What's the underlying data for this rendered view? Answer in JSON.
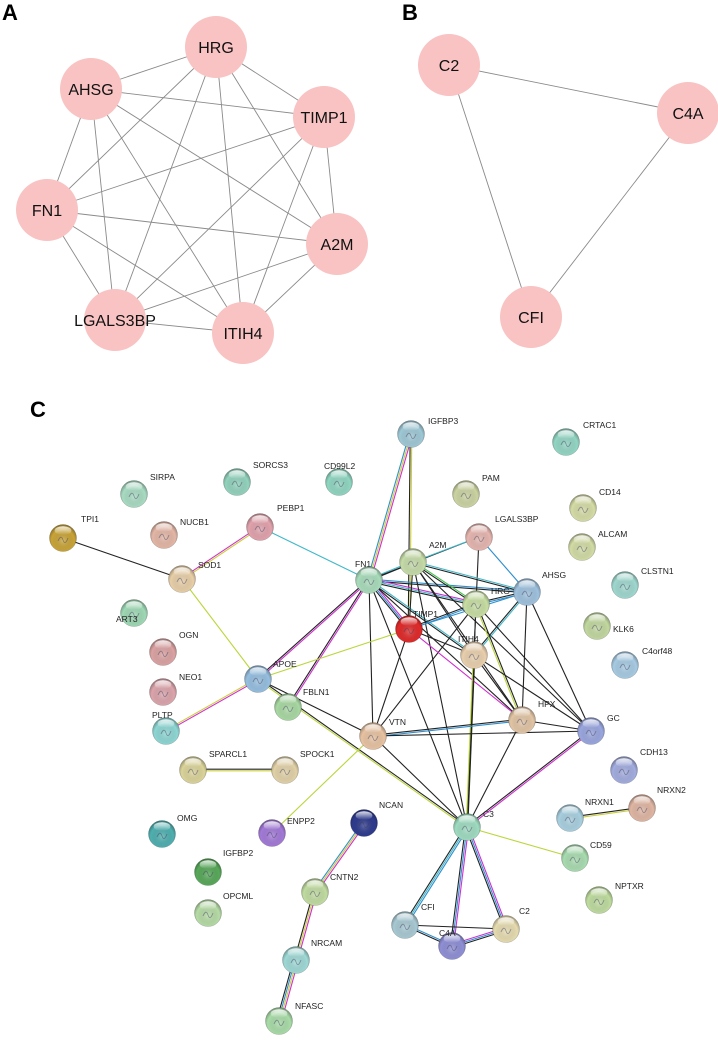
{
  "panels": {
    "a": {
      "label": "A",
      "nodes": [
        {
          "id": "HRG",
          "label": "HRG"
        },
        {
          "id": "AHSG",
          "label": "AHSG"
        },
        {
          "id": "TIMP1",
          "label": "TIMP1"
        },
        {
          "id": "FN1",
          "label": "FN1"
        },
        {
          "id": "A2M",
          "label": "A2M"
        },
        {
          "id": "LGALS3BP",
          "label": "LGALS3BP"
        },
        {
          "id": "ITIH4",
          "label": "ITIH4"
        }
      ],
      "edges": [
        [
          "HRG",
          "AHSG"
        ],
        [
          "HRG",
          "TIMP1"
        ],
        [
          "HRG",
          "FN1"
        ],
        [
          "HRG",
          "A2M"
        ],
        [
          "HRG",
          "LGALS3BP"
        ],
        [
          "HRG",
          "ITIH4"
        ],
        [
          "AHSG",
          "TIMP1"
        ],
        [
          "AHSG",
          "FN1"
        ],
        [
          "AHSG",
          "A2M"
        ],
        [
          "AHSG",
          "LGALS3BP"
        ],
        [
          "AHSG",
          "ITIH4"
        ],
        [
          "TIMP1",
          "FN1"
        ],
        [
          "TIMP1",
          "A2M"
        ],
        [
          "TIMP1",
          "LGALS3BP"
        ],
        [
          "TIMP1",
          "ITIH4"
        ],
        [
          "FN1",
          "A2M"
        ],
        [
          "FN1",
          "LGALS3BP"
        ],
        [
          "FN1",
          "ITIH4"
        ],
        [
          "A2M",
          "LGALS3BP"
        ],
        [
          "A2M",
          "ITIH4"
        ],
        [
          "LGALS3BP",
          "ITIH4"
        ]
      ]
    },
    "b": {
      "label": "B",
      "nodes": [
        {
          "id": "C2",
          "label": "C2"
        },
        {
          "id": "C4A",
          "label": "C4A"
        },
        {
          "id": "CFI",
          "label": "CFI"
        }
      ],
      "edges": [
        [
          "C2",
          "C4A"
        ],
        [
          "C2",
          "CFI"
        ],
        [
          "C4A",
          "CFI"
        ]
      ]
    },
    "c": {
      "label": "C",
      "nodes": [
        {
          "id": "IGFBP3",
          "label": "IGFBP3",
          "color": "#9fc9d6"
        },
        {
          "id": "CRTAC1",
          "label": "CRTAC1",
          "color": "#93d6c4"
        },
        {
          "id": "SIRPA",
          "label": "SIRPA",
          "color": "#a9dcc3"
        },
        {
          "id": "SORCS3",
          "label": "SORCS3",
          "color": "#93d3bd"
        },
        {
          "id": "CD99L2",
          "label": "CD99L2",
          "color": "#90d6c1"
        },
        {
          "id": "PAM",
          "label": "PAM",
          "color": "#cbd4a2"
        },
        {
          "id": "CD14",
          "label": "CD14",
          "color": "#d6dca6"
        },
        {
          "id": "TPI1",
          "label": "TPI1",
          "color": "#c9a437"
        },
        {
          "id": "NUCB1",
          "label": "NUCB1",
          "color": "#e4b7a6"
        },
        {
          "id": "PEBP1",
          "label": "PEBP1",
          "color": "#e2a3ad"
        },
        {
          "id": "LGALS3BP",
          "label": "LGALS3BP",
          "color": "#e6b6b0"
        },
        {
          "id": "ALCAM",
          "label": "ALCAM",
          "color": "#d2dca5"
        },
        {
          "id": "SOD1",
          "label": "SOD1",
          "color": "#e8cfa8"
        },
        {
          "id": "A2M",
          "label": "A2M",
          "color": "#c6dca9"
        },
        {
          "id": "FN1",
          "label": "FN1",
          "color": "#a9dcbb"
        },
        {
          "id": "AHSG",
          "label": "AHSG",
          "color": "#9fc2de"
        },
        {
          "id": "CLSTN1",
          "label": "CLSTN1",
          "color": "#9fd8cf"
        },
        {
          "id": "HRG",
          "label": "HRG",
          "color": "#c7dea3"
        },
        {
          "id": "ART3",
          "label": "ART3",
          "color": "#9fd9b5"
        },
        {
          "id": "TIMP1",
          "label": "TIMP1",
          "color": "#e02a2a"
        },
        {
          "id": "KLK6",
          "label": "KLK6",
          "color": "#c2d8a0"
        },
        {
          "id": "OGN",
          "label": "OGN",
          "color": "#dca3a3"
        },
        {
          "id": "ITIH4",
          "label": "ITIH4",
          "color": "#e9d0ae"
        },
        {
          "id": "C4orf48",
          "label": "C4orf48",
          "color": "#a7cbe3"
        },
        {
          "id": "APOE",
          "label": "APOE",
          "color": "#96bfe0"
        },
        {
          "id": "NEO1",
          "label": "NEO1",
          "color": "#dca5ac"
        },
        {
          "id": "FBLN1",
          "label": "FBLN1",
          "color": "#a9d9a3"
        },
        {
          "id": "HPX",
          "label": "HPX",
          "color": "#e2c5a5"
        },
        {
          "id": "GC",
          "label": "GC",
          "color": "#9aa7df"
        },
        {
          "id": "PLTP",
          "label": "PLTP",
          "color": "#8ed7d4"
        },
        {
          "id": "VTN",
          "label": "VTN",
          "color": "#e8c3a2"
        },
        {
          "id": "SPARCL1",
          "label": "SPARCL1",
          "color": "#dbd49a"
        },
        {
          "id": "SPOCK1",
          "label": "SPOCK1",
          "color": "#e2d2a8"
        },
        {
          "id": "CDH13",
          "label": "CDH13",
          "color": "#a3addf"
        },
        {
          "id": "NRXN2",
          "label": "NRXN2",
          "color": "#e0b6a3"
        },
        {
          "id": "NRXN1",
          "label": "NRXN1",
          "color": "#a9d0e0"
        },
        {
          "id": "OMG",
          "label": "OMG",
          "color": "#4fb0b0"
        },
        {
          "id": "ENPP2",
          "label": "ENPP2",
          "color": "#a37ad8"
        },
        {
          "id": "NCAN",
          "label": "NCAN",
          "color": "#2e3b8e"
        },
        {
          "id": "C3",
          "label": "C3",
          "color": "#9fdcc1"
        },
        {
          "id": "CD59",
          "label": "CD59",
          "color": "#a9dcb0"
        },
        {
          "id": "IGFBP2",
          "label": "IGFBP2",
          "color": "#58a95a"
        },
        {
          "id": "NPTXR",
          "label": "NPTXR",
          "color": "#bfdc9f"
        },
        {
          "id": "CNTN2",
          "label": "CNTN2",
          "color": "#c1dca1"
        },
        {
          "id": "OPCML",
          "label": "OPCML",
          "color": "#b6dca6"
        },
        {
          "id": "CFI",
          "label": "CFI",
          "color": "#a8c9d3"
        },
        {
          "id": "C2",
          "label": "C2",
          "color": "#e6dcb0"
        },
        {
          "id": "C4A",
          "label": "C4A",
          "color": "#8f8fd6"
        },
        {
          "id": "NRCAM",
          "label": "NRCAM",
          "color": "#9fd9d6"
        },
        {
          "id": "NFASC",
          "label": "NFASC",
          "color": "#a9dca8"
        }
      ],
      "edges": [
        {
          "a": "TPI1",
          "b": "SOD1",
          "colors": [
            "#222222"
          ]
        },
        {
          "a": "SOD1",
          "b": "PEBP1",
          "colors": [
            "#cf2fcf",
            "#c9cf3a"
          ]
        },
        {
          "a": "SOD1",
          "b": "APOE",
          "colors": [
            "#b9d63a"
          ]
        },
        {
          "a": "PEBP1",
          "b": "FN1",
          "colors": [
            "#3fb8c9"
          ]
        },
        {
          "a": "IGFBP3",
          "b": "FN1",
          "colors": [
            "#cf2fcf",
            "#c9cf3a",
            "#2f8fcf"
          ]
        },
        {
          "a": "IGFBP3",
          "b": "TIMP1",
          "colors": [
            "#c9cf3a",
            "#222222"
          ]
        },
        {
          "a": "FN1",
          "b": "A2M",
          "colors": [
            "#3fb8c9",
            "#222222"
          ]
        },
        {
          "a": "FN1",
          "b": "LGALS3BP",
          "colors": [
            "#222222"
          ]
        },
        {
          "a": "FN1",
          "b": "AHSG",
          "colors": [
            "#2f8fcf",
            "#222222"
          ]
        },
        {
          "a": "FN1",
          "b": "HRG",
          "colors": [
            "#cf2fcf",
            "#3fb8c9",
            "#222222"
          ]
        },
        {
          "a": "FN1",
          "b": "TIMP1",
          "colors": [
            "#cf2fcf",
            "#2f8fcf",
            "#222222"
          ]
        },
        {
          "a": "FN1",
          "b": "ITIH4",
          "colors": [
            "#3fb8c9",
            "#222222"
          ]
        },
        {
          "a": "FN1",
          "b": "APOE",
          "colors": [
            "#cf2fcf",
            "#222222"
          ]
        },
        {
          "a": "FN1",
          "b": "FBLN1",
          "colors": [
            "#cf2fcf",
            "#222222"
          ]
        },
        {
          "a": "FN1",
          "b": "VTN",
          "colors": [
            "#222222"
          ]
        },
        {
          "a": "FN1",
          "b": "HPX",
          "colors": [
            "#222222"
          ]
        },
        {
          "a": "FN1",
          "b": "C3",
          "colors": [
            "#222222"
          ]
        },
        {
          "a": "LGALS3BP",
          "b": "A2M",
          "colors": [
            "#3fb8c9"
          ]
        },
        {
          "a": "LGALS3BP",
          "b": "HRG",
          "colors": [
            "#222222"
          ]
        },
        {
          "a": "LGALS3BP",
          "b": "AHSG",
          "colors": [
            "#2f8fcf"
          ]
        },
        {
          "a": "A2M",
          "b": "AHSG",
          "colors": [
            "#3fb8c9",
            "#222222"
          ]
        },
        {
          "a": "A2M",
          "b": "HRG",
          "colors": [
            "#3ec44a",
            "#222222"
          ]
        },
        {
          "a": "A2M",
          "b": "TIMP1",
          "colors": [
            "#222222"
          ]
        },
        {
          "a": "A2M",
          "b": "ITIH4",
          "colors": [
            "#222222"
          ]
        },
        {
          "a": "A2M",
          "b": "HPX",
          "colors": [
            "#222222"
          ]
        },
        {
          "a": "A2M",
          "b": "GC",
          "colors": [
            "#222222"
          ]
        },
        {
          "a": "A2M",
          "b": "C3",
          "colors": [
            "#222222"
          ]
        },
        {
          "a": "AHSG",
          "b": "HRG",
          "colors": [
            "#2f8fcf",
            "#222222"
          ]
        },
        {
          "a": "AHSG",
          "b": "TIMP1",
          "colors": [
            "#2f8fcf"
          ]
        },
        {
          "a": "AHSG",
          "b": "ITIH4",
          "colors": [
            "#3fb8c9",
            "#222222"
          ]
        },
        {
          "a": "AHSG",
          "b": "HPX",
          "colors": [
            "#222222"
          ]
        },
        {
          "a": "AHSG",
          "b": "GC",
          "colors": [
            "#222222"
          ]
        },
        {
          "a": "HRG",
          "b": "TIMP1",
          "colors": [
            "#2f8fcf",
            "#222222"
          ]
        },
        {
          "a": "HRG",
          "b": "ITIH4",
          "colors": [
            "#222222"
          ]
        },
        {
          "a": "HRG",
          "b": "HPX",
          "colors": [
            "#222222",
            "#b9d63a"
          ]
        },
        {
          "a": "HRG",
          "b": "GC",
          "colors": [
            "#222222"
          ]
        },
        {
          "a": "HRG",
          "b": "VTN",
          "colors": [
            "#222222"
          ]
        },
        {
          "a": "HRG",
          "b": "C3",
          "colors": [
            "#222222"
          ]
        },
        {
          "a": "TIMP1",
          "b": "ITIH4",
          "colors": [
            "#222222"
          ]
        },
        {
          "a": "TIMP1",
          "b": "APOE",
          "colors": [
            "#b9d63a"
          ]
        },
        {
          "a": "TIMP1",
          "b": "VTN",
          "colors": [
            "#222222"
          ]
        },
        {
          "a": "TIMP1",
          "b": "HPX",
          "colors": [
            "#cf2fcf"
          ]
        },
        {
          "a": "ITIH4",
          "b": "HPX",
          "colors": [
            "#222222"
          ]
        },
        {
          "a": "ITIH4",
          "b": "GC",
          "colors": [
            "#222222"
          ]
        },
        {
          "a": "ITIH4",
          "b": "C3",
          "colors": [
            "#222222",
            "#b9d63a"
          ]
        },
        {
          "a": "HPX",
          "b": "GC",
          "colors": [
            "#222222"
          ]
        },
        {
          "a": "HPX",
          "b": "VTN",
          "colors": [
            "#2f8fcf",
            "#222222"
          ]
        },
        {
          "a": "HPX",
          "b": "C3",
          "colors": [
            "#222222"
          ]
        },
        {
          "a": "GC",
          "b": "VTN",
          "colors": [
            "#222222"
          ]
        },
        {
          "a": "GC",
          "b": "C3",
          "colors": [
            "#cf2fcf",
            "#222222"
          ]
        },
        {
          "a": "APOE",
          "b": "VTN",
          "colors": [
            "#222222"
          ]
        },
        {
          "a": "APOE",
          "b": "C3",
          "colors": [
            "#222222",
            "#b9d63a"
          ]
        },
        {
          "a": "APOE",
          "b": "PLTP",
          "colors": [
            "#cf2fcf",
            "#c9cf3a"
          ]
        },
        {
          "a": "VTN",
          "b": "C3",
          "colors": [
            "#222222"
          ]
        },
        {
          "a": "VTN",
          "b": "ENPP2",
          "colors": [
            "#b9d63a"
          ]
        },
        {
          "a": "SPARCL1",
          "b": "SPOCK1",
          "colors": [
            "#222222",
            "#c9cf3a"
          ]
        },
        {
          "a": "NRXN1",
          "b": "NRXN2",
          "colors": [
            "#222222",
            "#c9cf3a"
          ]
        },
        {
          "a": "C3",
          "b": "CD59",
          "colors": [
            "#b9d63a"
          ]
        },
        {
          "a": "C3",
          "b": "CFI",
          "colors": [
            "#2f8fcf",
            "#3fb8c9",
            "#222222"
          ]
        },
        {
          "a": "C3",
          "b": "C4A",
          "colors": [
            "#cf2fcf",
            "#2f8fcf",
            "#222222"
          ]
        },
        {
          "a": "C3",
          "b": "C2",
          "colors": [
            "#cf2fcf",
            "#2f8fcf",
            "#222222"
          ]
        },
        {
          "a": "CFI",
          "b": "C4A",
          "colors": [
            "#2f8fcf",
            "#222222"
          ]
        },
        {
          "a": "CFI",
          "b": "C2",
          "colors": [
            "#222222"
          ]
        },
        {
          "a": "C4A",
          "b": "C2",
          "colors": [
            "#cf2fcf",
            "#2f8fcf",
            "#222222"
          ]
        },
        {
          "a": "NCAN",
          "b": "CNTN2",
          "colors": [
            "#cf2fcf",
            "#c9cf3a",
            "#2f8fcf"
          ]
        },
        {
          "a": "CNTN2",
          "b": "NRCAM",
          "colors": [
            "#cf2fcf",
            "#c9cf3a",
            "#222222"
          ]
        },
        {
          "a": "NRCAM",
          "b": "NFASC",
          "colors": [
            "#cf2fcf",
            "#c9cf3a",
            "#2f8fcf",
            "#222222"
          ]
        }
      ]
    }
  }
}
